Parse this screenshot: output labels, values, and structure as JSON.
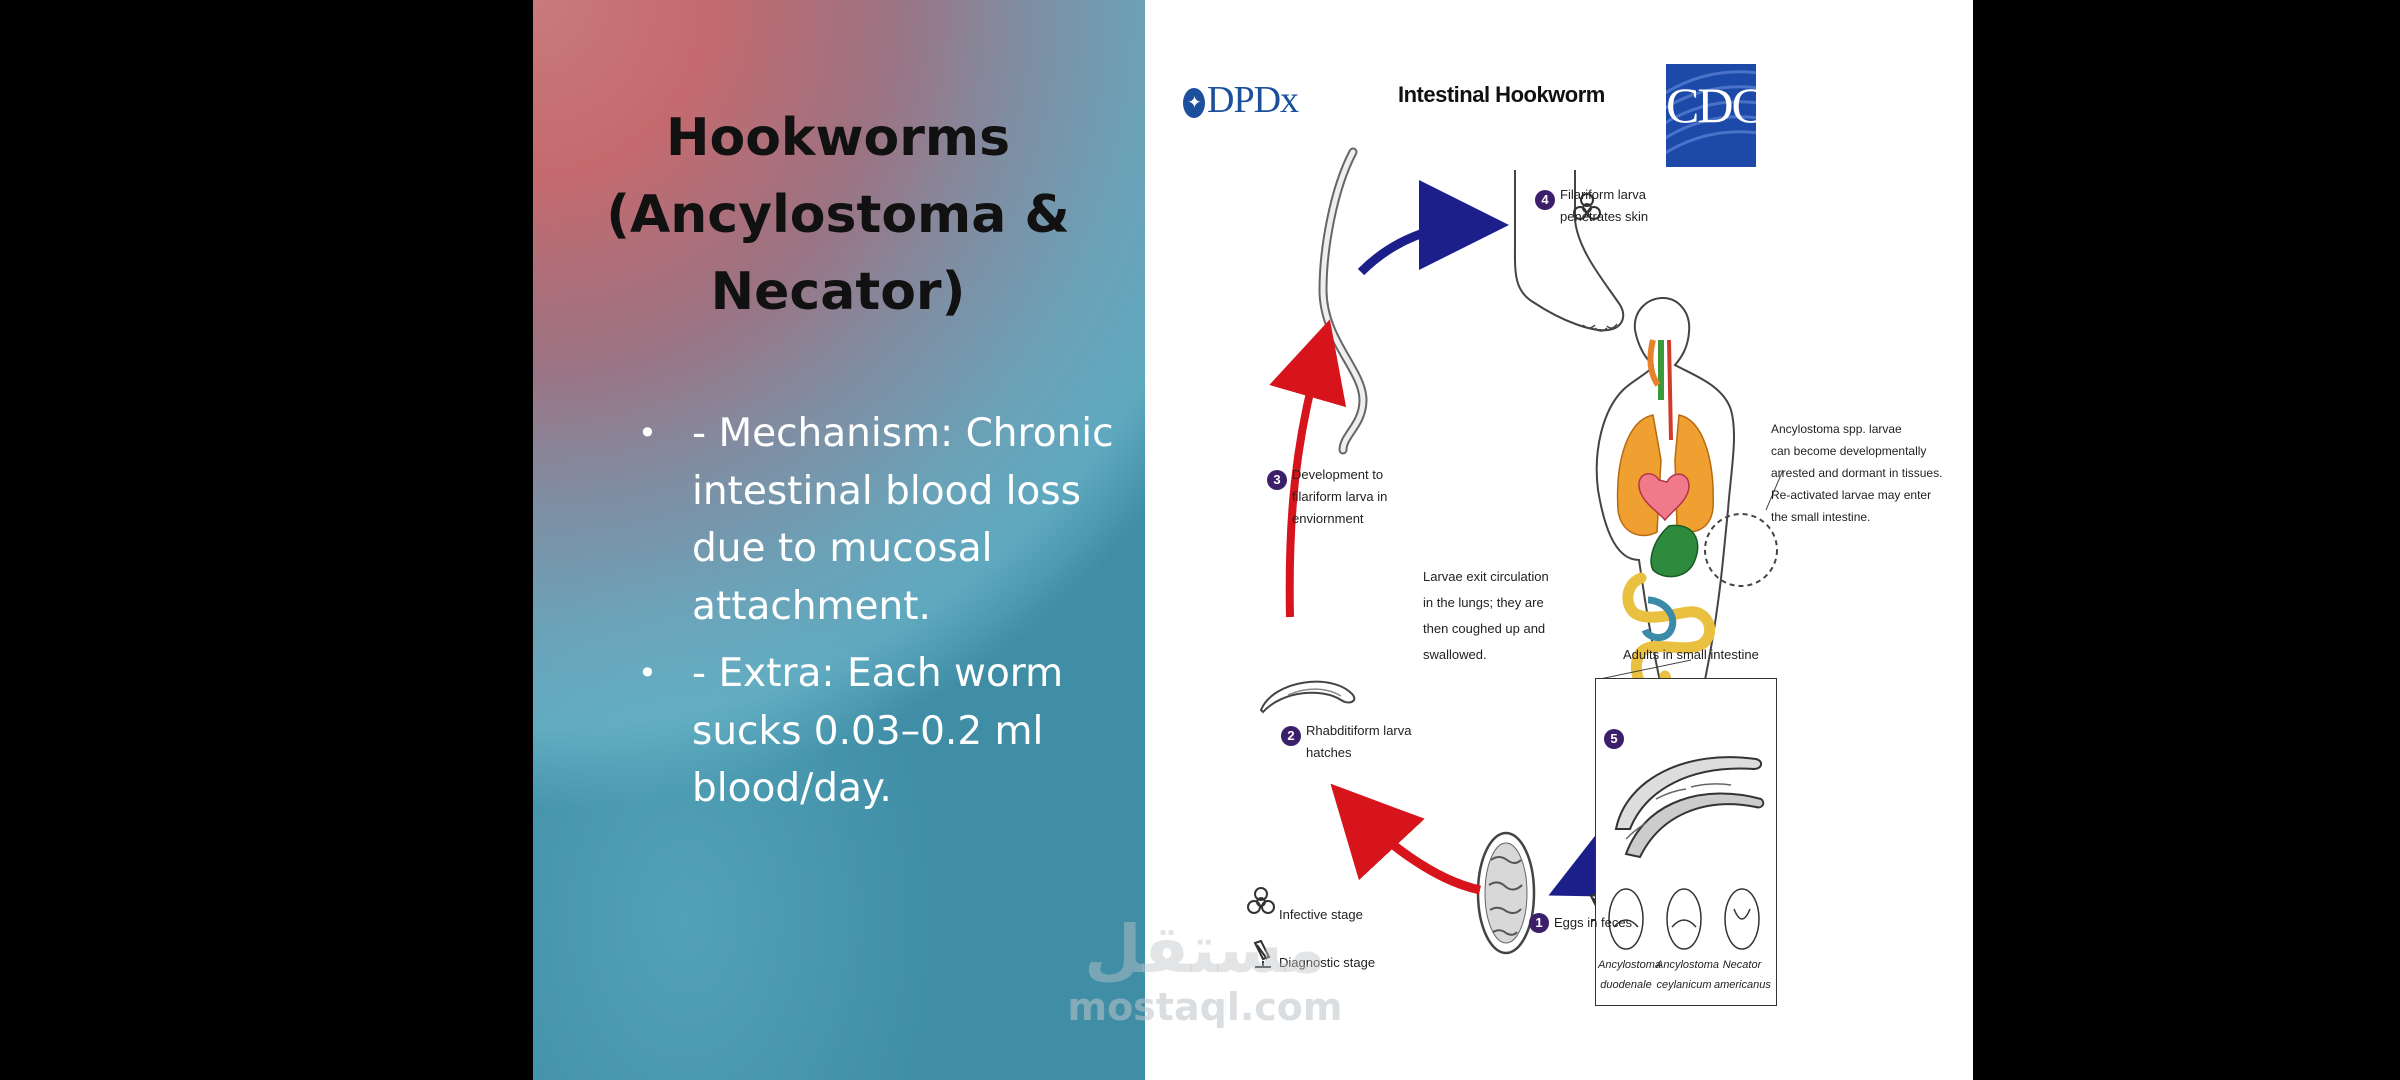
{
  "slide": {
    "title": "Hookworms (Ancylostoma & Necator)",
    "bullets": [
      "- Mechanism: Chronic intestinal blood loss due to mucosal attachment.",
      "- Extra: Each worm sucks 0.03–0.2 ml blood/day."
    ]
  },
  "diagram": {
    "logo_left": "DPDx",
    "logo_left_mark": "✦",
    "title": "Intestinal Hookworm",
    "logo_right": "CDC",
    "steps": [
      {
        "num": "1",
        "label": "Eggs in feces"
      },
      {
        "num": "2",
        "label_line1": "Rhabditiform larva",
        "label_line2": "hatches"
      },
      {
        "num": "3",
        "label_line1": "Development to",
        "label_line2": "filariform larva in",
        "label_line3": "enviornment"
      },
      {
        "num": "4",
        "label_line1": "Filariform larva",
        "label_line2": "penetrates skin"
      },
      {
        "num": "5"
      }
    ],
    "note_dormant": [
      "Ancylostoma spp. larvae",
      "can become developmentally",
      "arrested and dormant in tissues.",
      "Re-activated larvae may enter",
      "the small intestine."
    ],
    "note_lungs": [
      "Larvae exit circulation",
      "in the lungs; they are",
      "then coughed up and",
      "swallowed."
    ],
    "adults_title": "Adults in small intestine",
    "species": [
      {
        "line1": "Ancylostoma",
        "line2": "duodenale"
      },
      {
        "line1": "Ancylostoma",
        "line2": "ceylanicum"
      },
      {
        "line1": "Necator",
        "line2": "americanus"
      }
    ],
    "legend": {
      "infective": "Infective stage",
      "diagnostic": "Diagnostic stage"
    }
  },
  "watermark": {
    "arabic": "مستقل",
    "latin": "mostaql.com"
  },
  "colors": {
    "stage_number": "#3b1f6b",
    "arrow_red": "#d7141c",
    "arrow_blue": "#1c1f8a",
    "cdc_blue": "#1d4aa8"
  }
}
